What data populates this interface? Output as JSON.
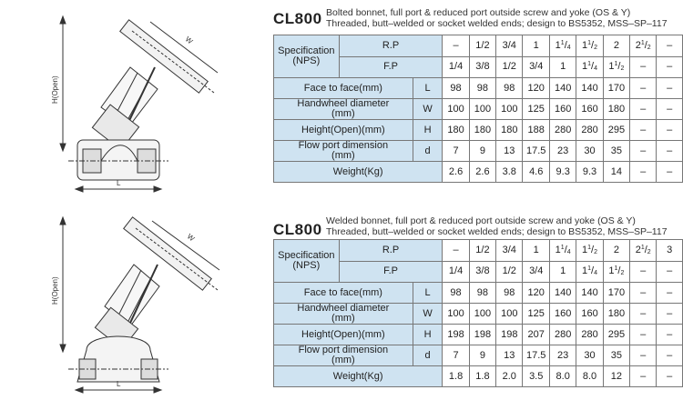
{
  "sections": [
    {
      "class_label": "CL800",
      "desc_line1": "Bolted bonnet, full port & reduced port outside screw and yoke (OS & Y)",
      "desc_line2": "Threaded, butt–welded or socket welded ends; design to BS5352, MSS–SP–117",
      "drawing_labels": {
        "w": "W",
        "h": "H(Open)",
        "l": "L"
      },
      "spec_label": "Specification\n(NPS)",
      "rp_label": "R.P",
      "fp_label": "F.P",
      "rp": [
        "–",
        "1/2",
        "3/4",
        "1",
        "1 1/4",
        "1 1/2",
        "2",
        "2 1/2",
        "–"
      ],
      "fp": [
        "1/4",
        "3/8",
        "1/2",
        "3/4",
        "1",
        "1 1/4",
        "1 1/2",
        "–",
        "–"
      ],
      "rows": [
        {
          "label": "Face to face(mm)",
          "sym": "L",
          "values": [
            "98",
            "98",
            "98",
            "120",
            "140",
            "140",
            "170",
            "–",
            "–"
          ]
        },
        {
          "label": "Handwheel diameter\n(mm)",
          "sym": "W",
          "values": [
            "100",
            "100",
            "100",
            "125",
            "160",
            "160",
            "180",
            "–",
            "–"
          ]
        },
        {
          "label": "Height(Open)(mm)",
          "sym": "H",
          "values": [
            "180",
            "180",
            "180",
            "188",
            "280",
            "280",
            "295",
            "–",
            "–"
          ]
        },
        {
          "label": "Flow port dimension\n(mm)",
          "sym": "d",
          "values": [
            "7",
            "9",
            "13",
            "17.5",
            "23",
            "30",
            "35",
            "–",
            "–"
          ]
        }
      ],
      "weight_label": "Weight(Kg)",
      "weight": [
        "2.6",
        "2.6",
        "3.8",
        "4.6",
        "9.3",
        "9.3",
        "14",
        "–",
        "–"
      ]
    },
    {
      "class_label": "CL800",
      "desc_line1": "Welded bonnet, full port & reduced port outside screw and yoke (OS & Y)",
      "desc_line2": "Threaded, butt–welded or socket welded ends; design to BS5352, MSS–SP–117",
      "drawing_labels": {
        "w": "W",
        "h": "H(Open)",
        "l": "L"
      },
      "spec_label": "Specification\n(NPS)",
      "rp_label": "R.P",
      "fp_label": "F.P",
      "rp": [
        "–",
        "1/2",
        "3/4",
        "1",
        "1 1/4",
        "1 1/2",
        "2",
        "2 1/2",
        "3"
      ],
      "fp": [
        "1/4",
        "3/8",
        "1/2",
        "3/4",
        "1",
        "1 1/4",
        "1 1/2",
        "–",
        "–"
      ],
      "rows": [
        {
          "label": "Face to face(mm)",
          "sym": "L",
          "values": [
            "98",
            "98",
            "98",
            "120",
            "140",
            "140",
            "170",
            "–",
            "–"
          ]
        },
        {
          "label": "Handwheel diameter\n(mm)",
          "sym": "W",
          "values": [
            "100",
            "100",
            "100",
            "125",
            "160",
            "160",
            "180",
            "–",
            "–"
          ]
        },
        {
          "label": "Height(Open)(mm)",
          "sym": "H",
          "values": [
            "198",
            "198",
            "198",
            "207",
            "280",
            "280",
            "295",
            "–",
            "–"
          ]
        },
        {
          "label": "Flow port dimension\n(mm)",
          "sym": "d",
          "values": [
            "7",
            "9",
            "13",
            "17.5",
            "23",
            "30",
            "35",
            "–",
            "–"
          ]
        }
      ],
      "weight_label": "Weight(Kg)",
      "weight": [
        "1.8",
        "1.8",
        "2.0",
        "3.5",
        "8.0",
        "8.0",
        "12",
        "–",
        "–"
      ]
    }
  ]
}
